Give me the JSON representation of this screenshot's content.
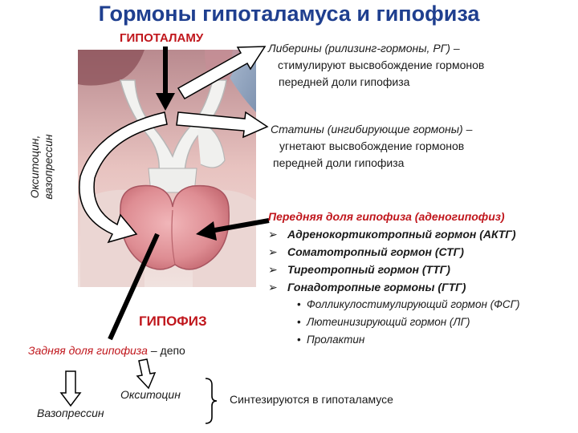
{
  "title": "Гормоны гипоталамуса и гипофиза",
  "hypothalamus_label": "ГИПОТАЛАМУ",
  "hypophysis_label": "ГИПОФИЗ",
  "liberins": {
    "heading": "Либерины (рилизинг-гормоны, РГ) –",
    "line2": "стимулируют высвобождение гормонов",
    "line3": "передней доли гипофиза"
  },
  "statins": {
    "heading": "Статины (ингибирующие гормоны) –",
    "line2": "угнетают высвобождение гормонов",
    "line3": "передней доли гипофиза"
  },
  "anterior": {
    "heading": "Передняя доля гипофиза (аденогипофиз)",
    "items": [
      "Адренокортикотропный гормон (АКТГ)",
      "Соматотропный гормон (СТГ)",
      "Тиреотропный гормон (ТТГ)",
      "Гонадотропные гормоны (ГТГ)"
    ],
    "marker": "➢",
    "subitems": [
      "Фолликулостимулирующий гормон (ФСГ)",
      "Лютеинизирующий гормон (ЛГ)",
      "Пролактин"
    ],
    "subitem_marker": "•"
  },
  "vertical_label": {
    "line1": "Окситоцин,",
    "line2": "вазопрессин"
  },
  "posterior": {
    "heading": "Задняя доля гипофиза",
    "suffix": " – депо"
  },
  "oxytocin": "Окситоцин",
  "vasopressin": "Вазопрессин",
  "synthesized": "Синтезируются в гипоталамусе",
  "colors": {
    "title": "#1f3f8f",
    "red": "#c0161c",
    "tissue_pink": "#d9868b",
    "gland_pink": "#e6a3a8"
  }
}
